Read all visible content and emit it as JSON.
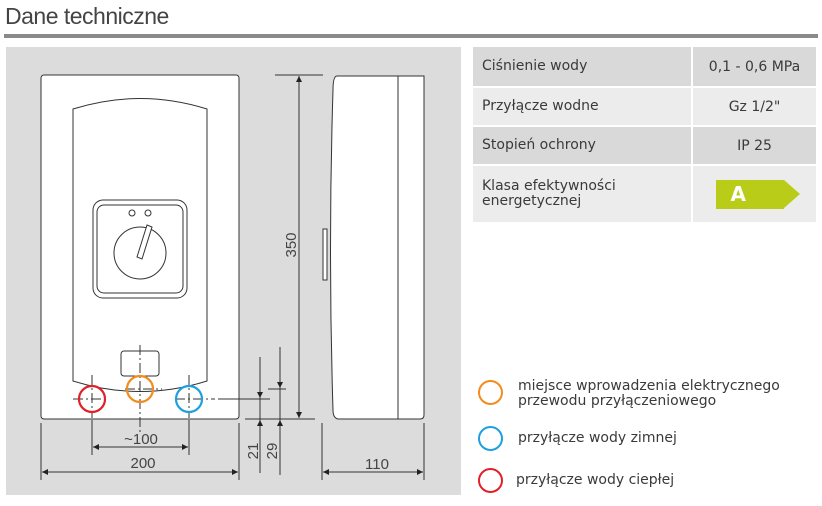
{
  "title": "Dane techniczne",
  "specs": [
    {
      "label": "Ciśnienie wody",
      "value": "0,1 - 0,6 MPa"
    },
    {
      "label": "Przyłącze wodne",
      "value": "Gz 1/2\""
    },
    {
      "label": "Stopień ochrony",
      "value": "IP 25"
    },
    {
      "label": "Klasa efektywności energetycznej",
      "value": "A"
    }
  ],
  "dimensions": {
    "width": "200",
    "spacing": "~100",
    "height": "350",
    "depth": "110",
    "offset_a": "21",
    "offset_b": "29"
  },
  "legend": [
    {
      "label": "miejsce wprowadzenia elektrycznego przewodu przyłączeniowego",
      "color": "#f28c1e"
    },
    {
      "label": "przyłącze wody zimnej",
      "color": "#1ea0e0"
    },
    {
      "label": "przyłącze wody ciepłej",
      "color": "#e0202a"
    }
  ],
  "colors": {
    "energy_class": "#b8cc18",
    "hot": "#e0202a",
    "cold": "#1ea0e0",
    "electric": "#f28c1e"
  }
}
